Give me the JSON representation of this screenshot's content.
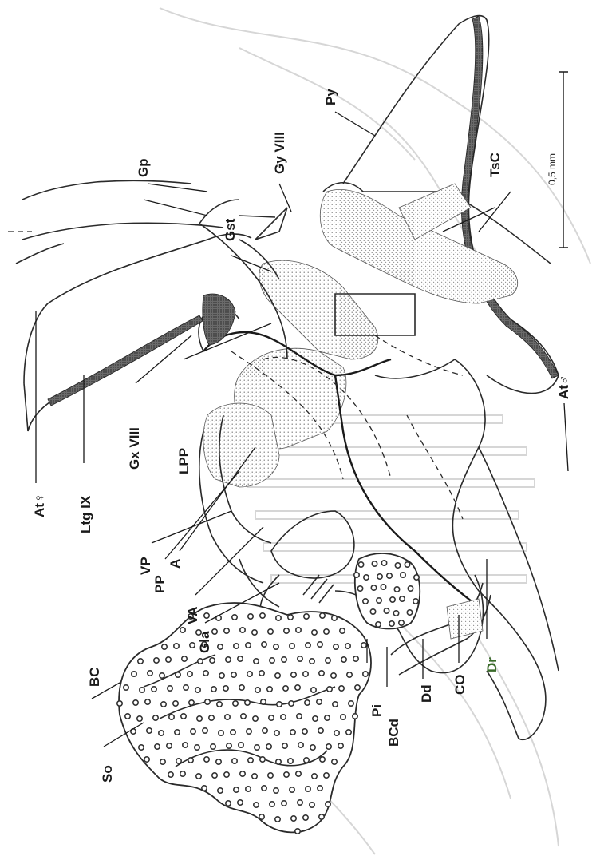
{
  "figure": {
    "labels": {
      "At_female": "At♀",
      "Ltg_IX": "Ltg IX",
      "Gx_VIII": "Gx VIII",
      "LPP": "LPP",
      "VP": "VP",
      "PP": "PP",
      "A": "A",
      "VA": "VA",
      "Gla": "Gla",
      "Pi": "Pi",
      "BCd": "BCd",
      "Dd": "Dd",
      "CO": "CO",
      "Dr": "Dr",
      "At_male": "At♂",
      "So": "So",
      "BC": "BC",
      "Gp": "Gp",
      "Gst": "Gst",
      "Gy_VIII": "Gy VIII",
      "Py": "Py",
      "TsC": "TsC"
    },
    "scale_bar": {
      "label": "0,5 mm"
    },
    "colors": {
      "ink": "#1a1a1a",
      "green_label": "#3a6b2a",
      "ghost": "#d6d6d6"
    }
  }
}
